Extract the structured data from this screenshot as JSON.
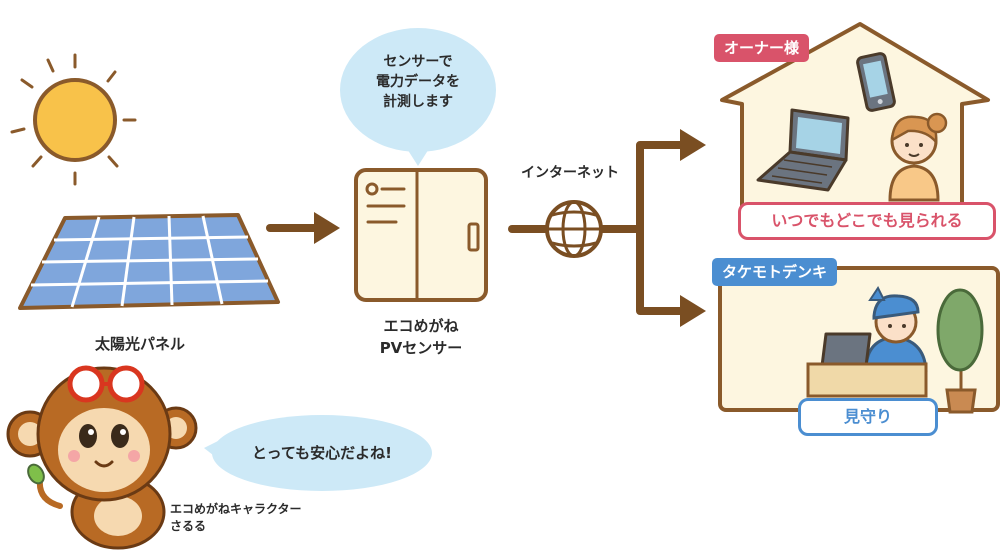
{
  "solar": {
    "label": "太陽光パネル"
  },
  "sensor": {
    "bubble_lines": [
      "センサーで",
      "電力データを",
      "計測します"
    ],
    "label_line1": "エコめがね",
    "label_line2": "PVセンサー"
  },
  "network": {
    "label": "インターネット"
  },
  "owner": {
    "tag": "オーナー様",
    "caption": "いつでもどこでも見られる"
  },
  "company": {
    "tag": "タケモトデンキ",
    "caption": "見守り"
  },
  "character": {
    "speech": "とっても安心だよね!",
    "caption_line1": "エコめがねキャラクター",
    "caption_line2": "さるる"
  },
  "colors": {
    "outline": "#8a5a2b",
    "arrow": "#7a4e22",
    "house_fill": "#fdf6e0",
    "bubble": "#cde9f7",
    "owner_accent": "#d9536a",
    "company_accent": "#4b8ed1",
    "panel": "#7fa6dc",
    "sun": "#f8c24a"
  }
}
